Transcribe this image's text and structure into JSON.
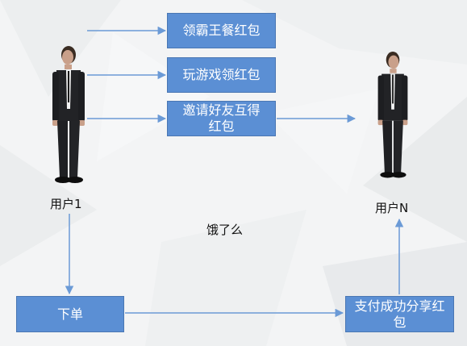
{
  "boxes": {
    "king_meal": "领霸王餐红包",
    "play_game": "玩游戏领红包",
    "invite_friends": "邀请好友互得红包",
    "order": "下单",
    "pay_share": "支付成功分享红包"
  },
  "labels": {
    "user1": "用户1",
    "userN": "用户N",
    "center": "饿了么"
  },
  "colors": {
    "box_fill": "#5b8fd4",
    "arrow": "#6b9ad6",
    "text": "#111111"
  },
  "icons": {
    "person_left": "businessman-figure-icon",
    "person_right": "businessman-figure-icon"
  }
}
